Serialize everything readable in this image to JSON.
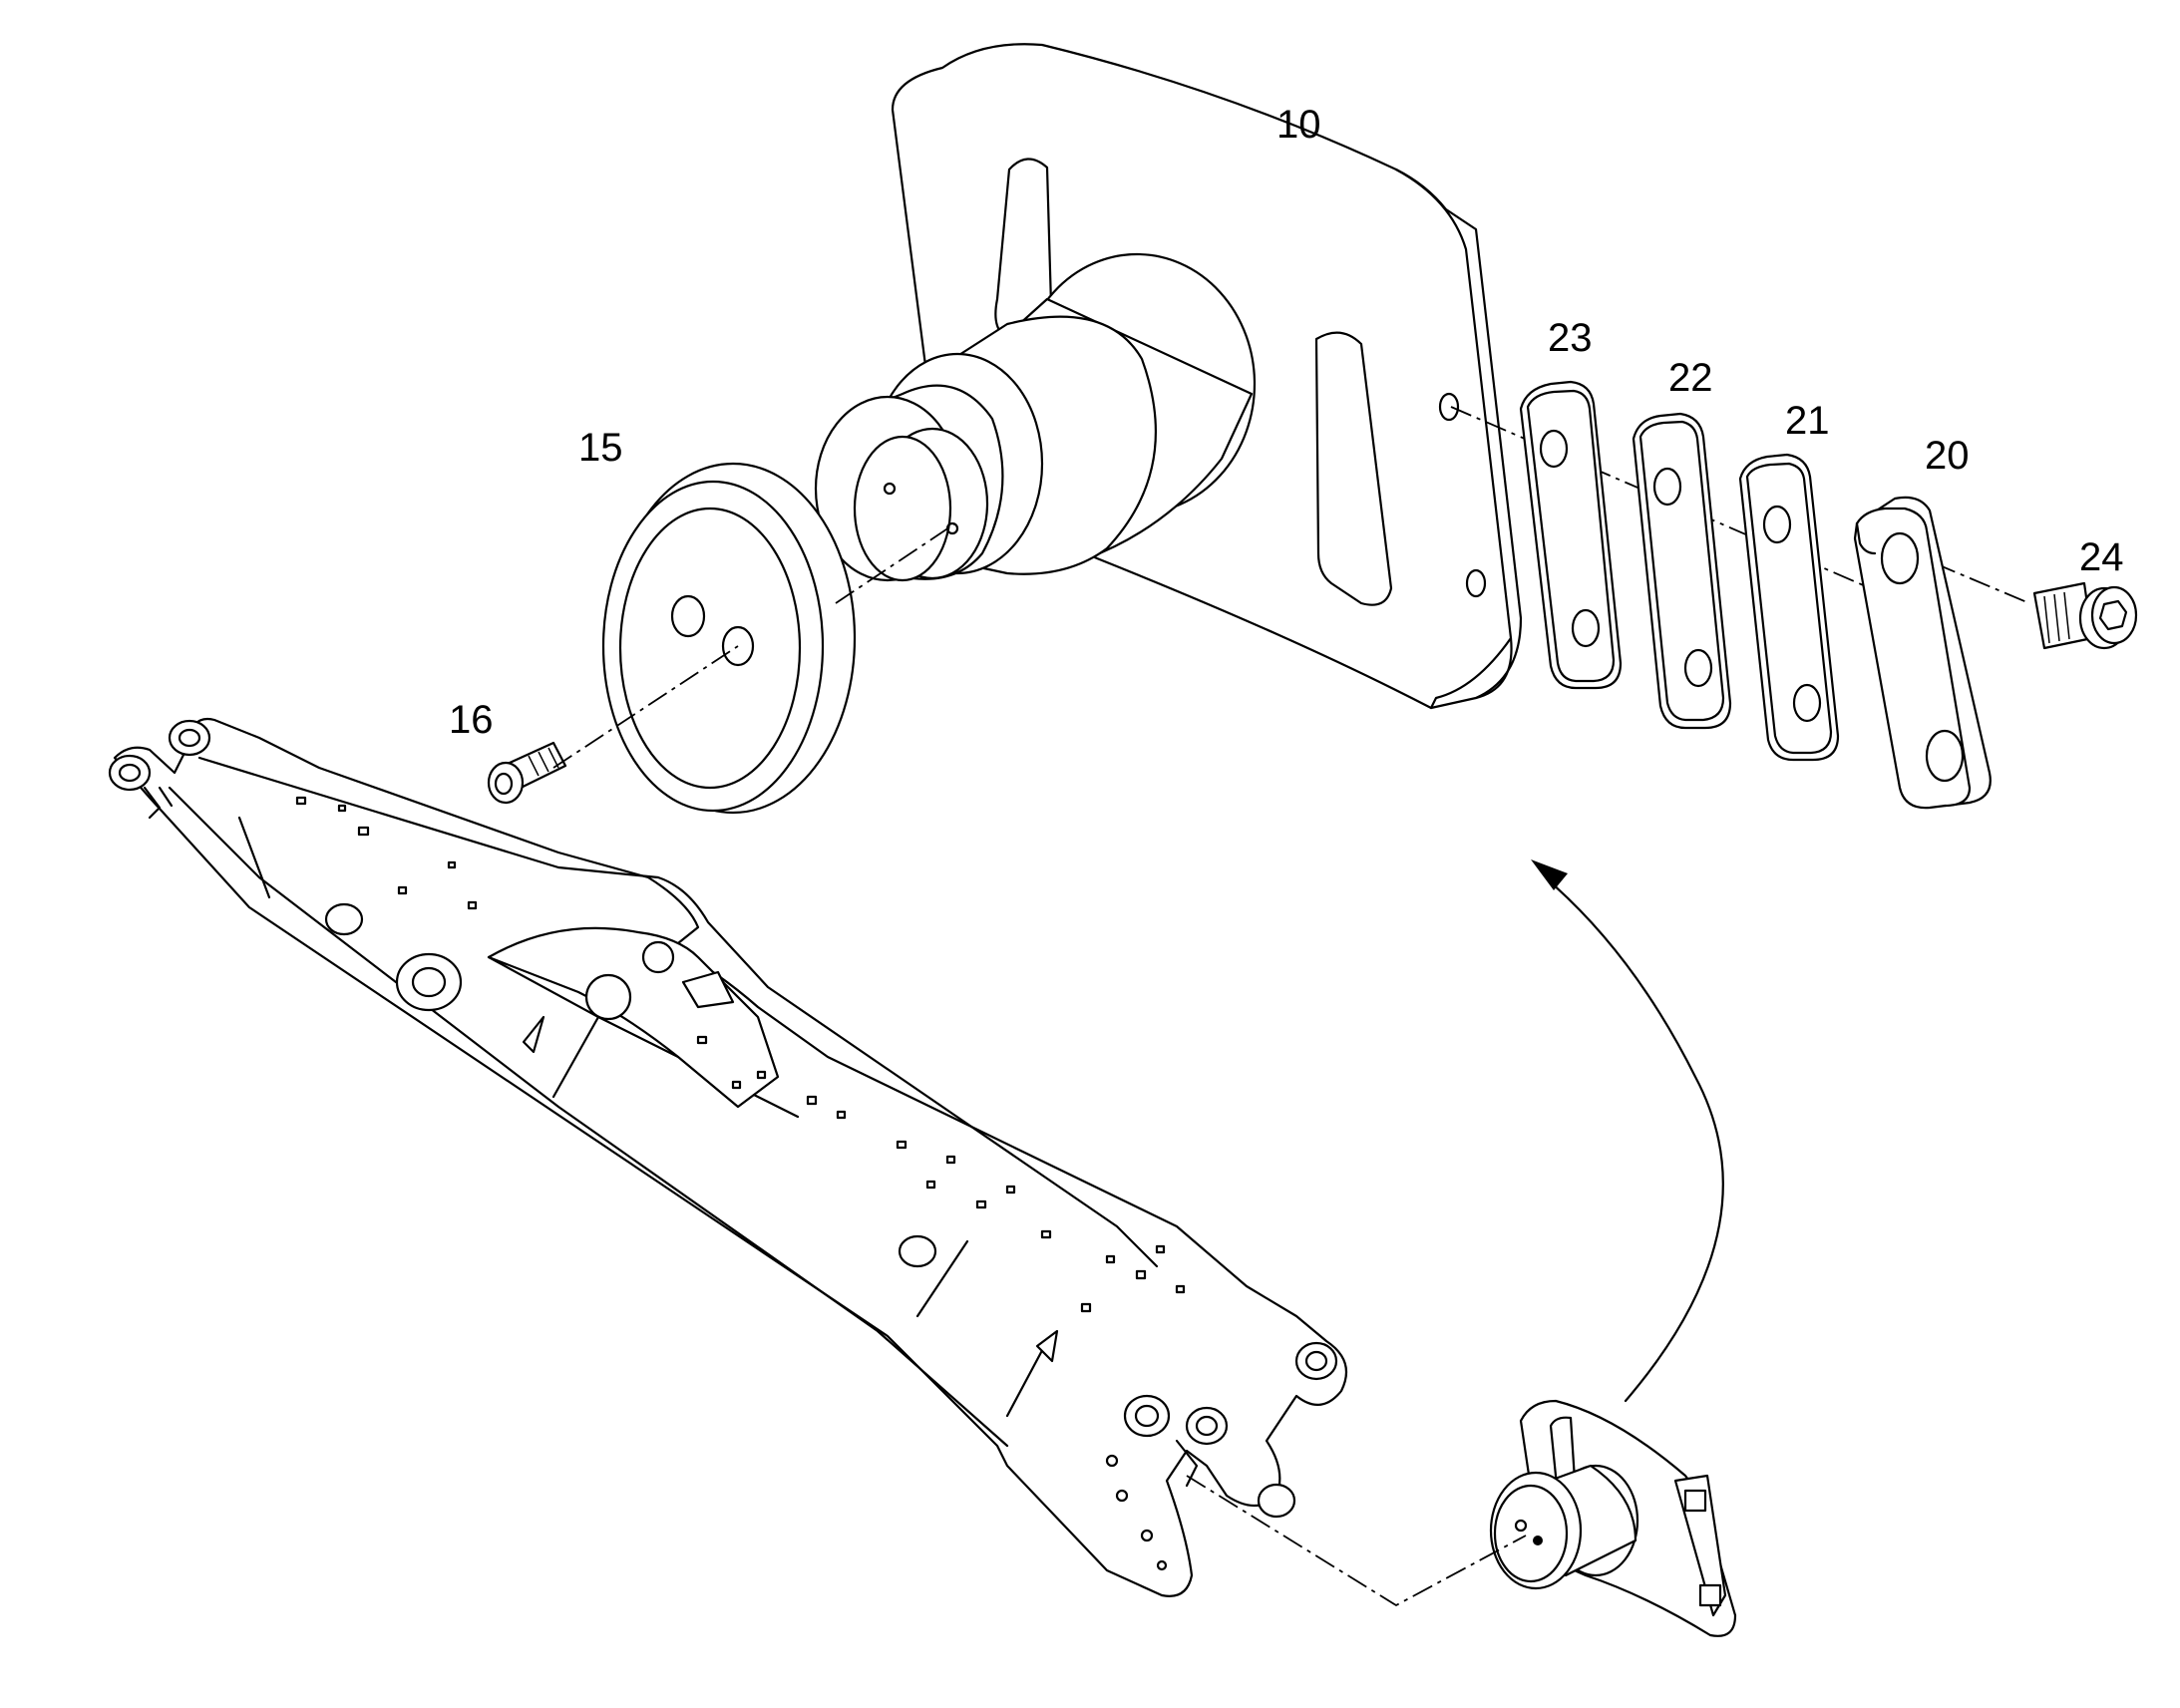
{
  "callouts": {
    "part_10": "10",
    "part_15": "15",
    "part_16": "16",
    "part_20": "20",
    "part_21": "21",
    "part_22": "22",
    "part_23": "23",
    "part_24": "24"
  }
}
